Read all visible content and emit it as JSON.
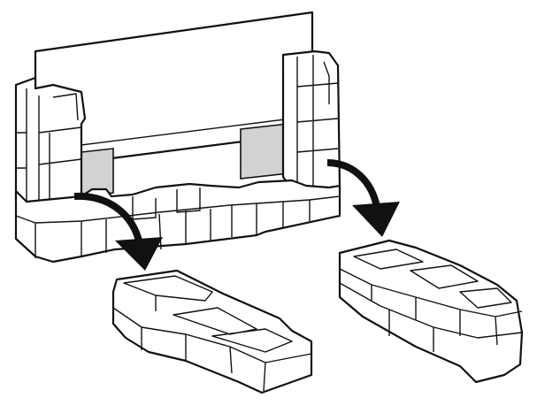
{
  "figure": {
    "description_free": true,
    "colors": {
      "line": "#111111",
      "fill": "#ffffff",
      "shade": "#d2d2d2"
    },
    "icons": [
      "tv-panel",
      "left-packing-block",
      "right-packing-block",
      "removal-arrow-left",
      "removal-arrow-right"
    ]
  }
}
